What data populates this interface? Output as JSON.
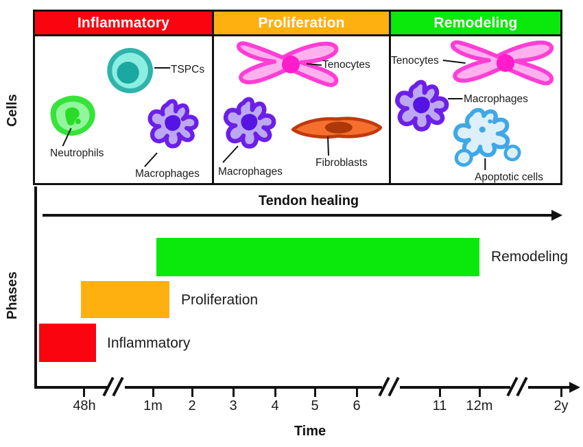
{
  "figure": {
    "row_labels": {
      "cells": "Cells",
      "phases": "Phases"
    },
    "panels": [
      {
        "title": "Inflammatory",
        "header_color": "#FA0410",
        "cells": [
          {
            "label": "TSPCs",
            "color": "#2FB3AB"
          },
          {
            "label": "Neutrophils",
            "color": "#35E339"
          },
          {
            "label": "Macrophages",
            "color": "#6C1FE8"
          }
        ]
      },
      {
        "title": "Proliferation",
        "header_color": "#FFB011",
        "cells": [
          {
            "label": "Tenocytes",
            "color": "#FF3ED6"
          },
          {
            "label": "Macrophages",
            "color": "#6C1FE8"
          },
          {
            "label": "Fibroblasts",
            "color": "#C03A0E"
          }
        ]
      },
      {
        "title": "Remodeling",
        "header_color": "#0BE80B",
        "cells": [
          {
            "label": "Tenocytes",
            "color": "#FF3ED6"
          },
          {
            "label": "Macrophages",
            "color": "#6C1FE8"
          },
          {
            "label": "Apoptotic cells",
            "color": "#3FA8E6"
          }
        ]
      }
    ],
    "timeline": {
      "title": "Tendon healing",
      "phases": [
        {
          "label": "Inflammatory",
          "color": "#FA0410"
        },
        {
          "label": "Proliferation",
          "color": "#FFB011"
        },
        {
          "label": "Remodeling",
          "color": "#0BE80B"
        }
      ],
      "axis": {
        "label": "Time",
        "ticks": [
          "48h",
          "1m",
          "2",
          "3",
          "4",
          "5",
          "6",
          "11",
          "12m",
          "2y"
        ]
      }
    }
  },
  "chart_data": {
    "type": "bar",
    "orientation": "horizontal-gantt",
    "title": "Tendon healing",
    "xlabel": "Time",
    "ylabel": "Phases",
    "x_tick_labels": [
      "48h",
      "1m",
      "2",
      "3",
      "4",
      "5",
      "6",
      "11",
      "12m",
      "2y"
    ],
    "x_axis_breaks": [
      "between 48h and 1m",
      "between 6 and 11",
      "between 12m and 2y"
    ],
    "series": [
      {
        "name": "Inflammatory",
        "color": "#FA0410",
        "start": "0",
        "end": "~48h"
      },
      {
        "name": "Proliferation",
        "color": "#FFB011",
        "start": "~48h",
        "end": "~1m"
      },
      {
        "name": "Remodeling",
        "color": "#0BE80B",
        "start": "~1m",
        "end": "~12m"
      }
    ]
  }
}
